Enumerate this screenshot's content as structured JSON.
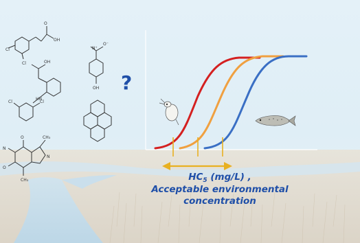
{
  "question_mark": "?",
  "caption": {
    "line1_prefix": "HC",
    "line1_sub": "5",
    "line1_suffix": " (mg/L) ,",
    "line2": "Acceptable environmental",
    "line3": "concentration"
  },
  "molecule_labels": {
    "cl": "Cl",
    "hn": "HN",
    "oh": "OH",
    "o": "O",
    "n": "N",
    "ch3": "CH₃",
    "nplus": "N⁺",
    "ominus": "O⁻"
  },
  "colors": {
    "curve_sensitive": "#d42020",
    "curve_mid": "#f0a040",
    "curve_tolerant": "#3a6fc4",
    "marker": "#e8b020",
    "caption_text": "#1f4fa8"
  }
}
